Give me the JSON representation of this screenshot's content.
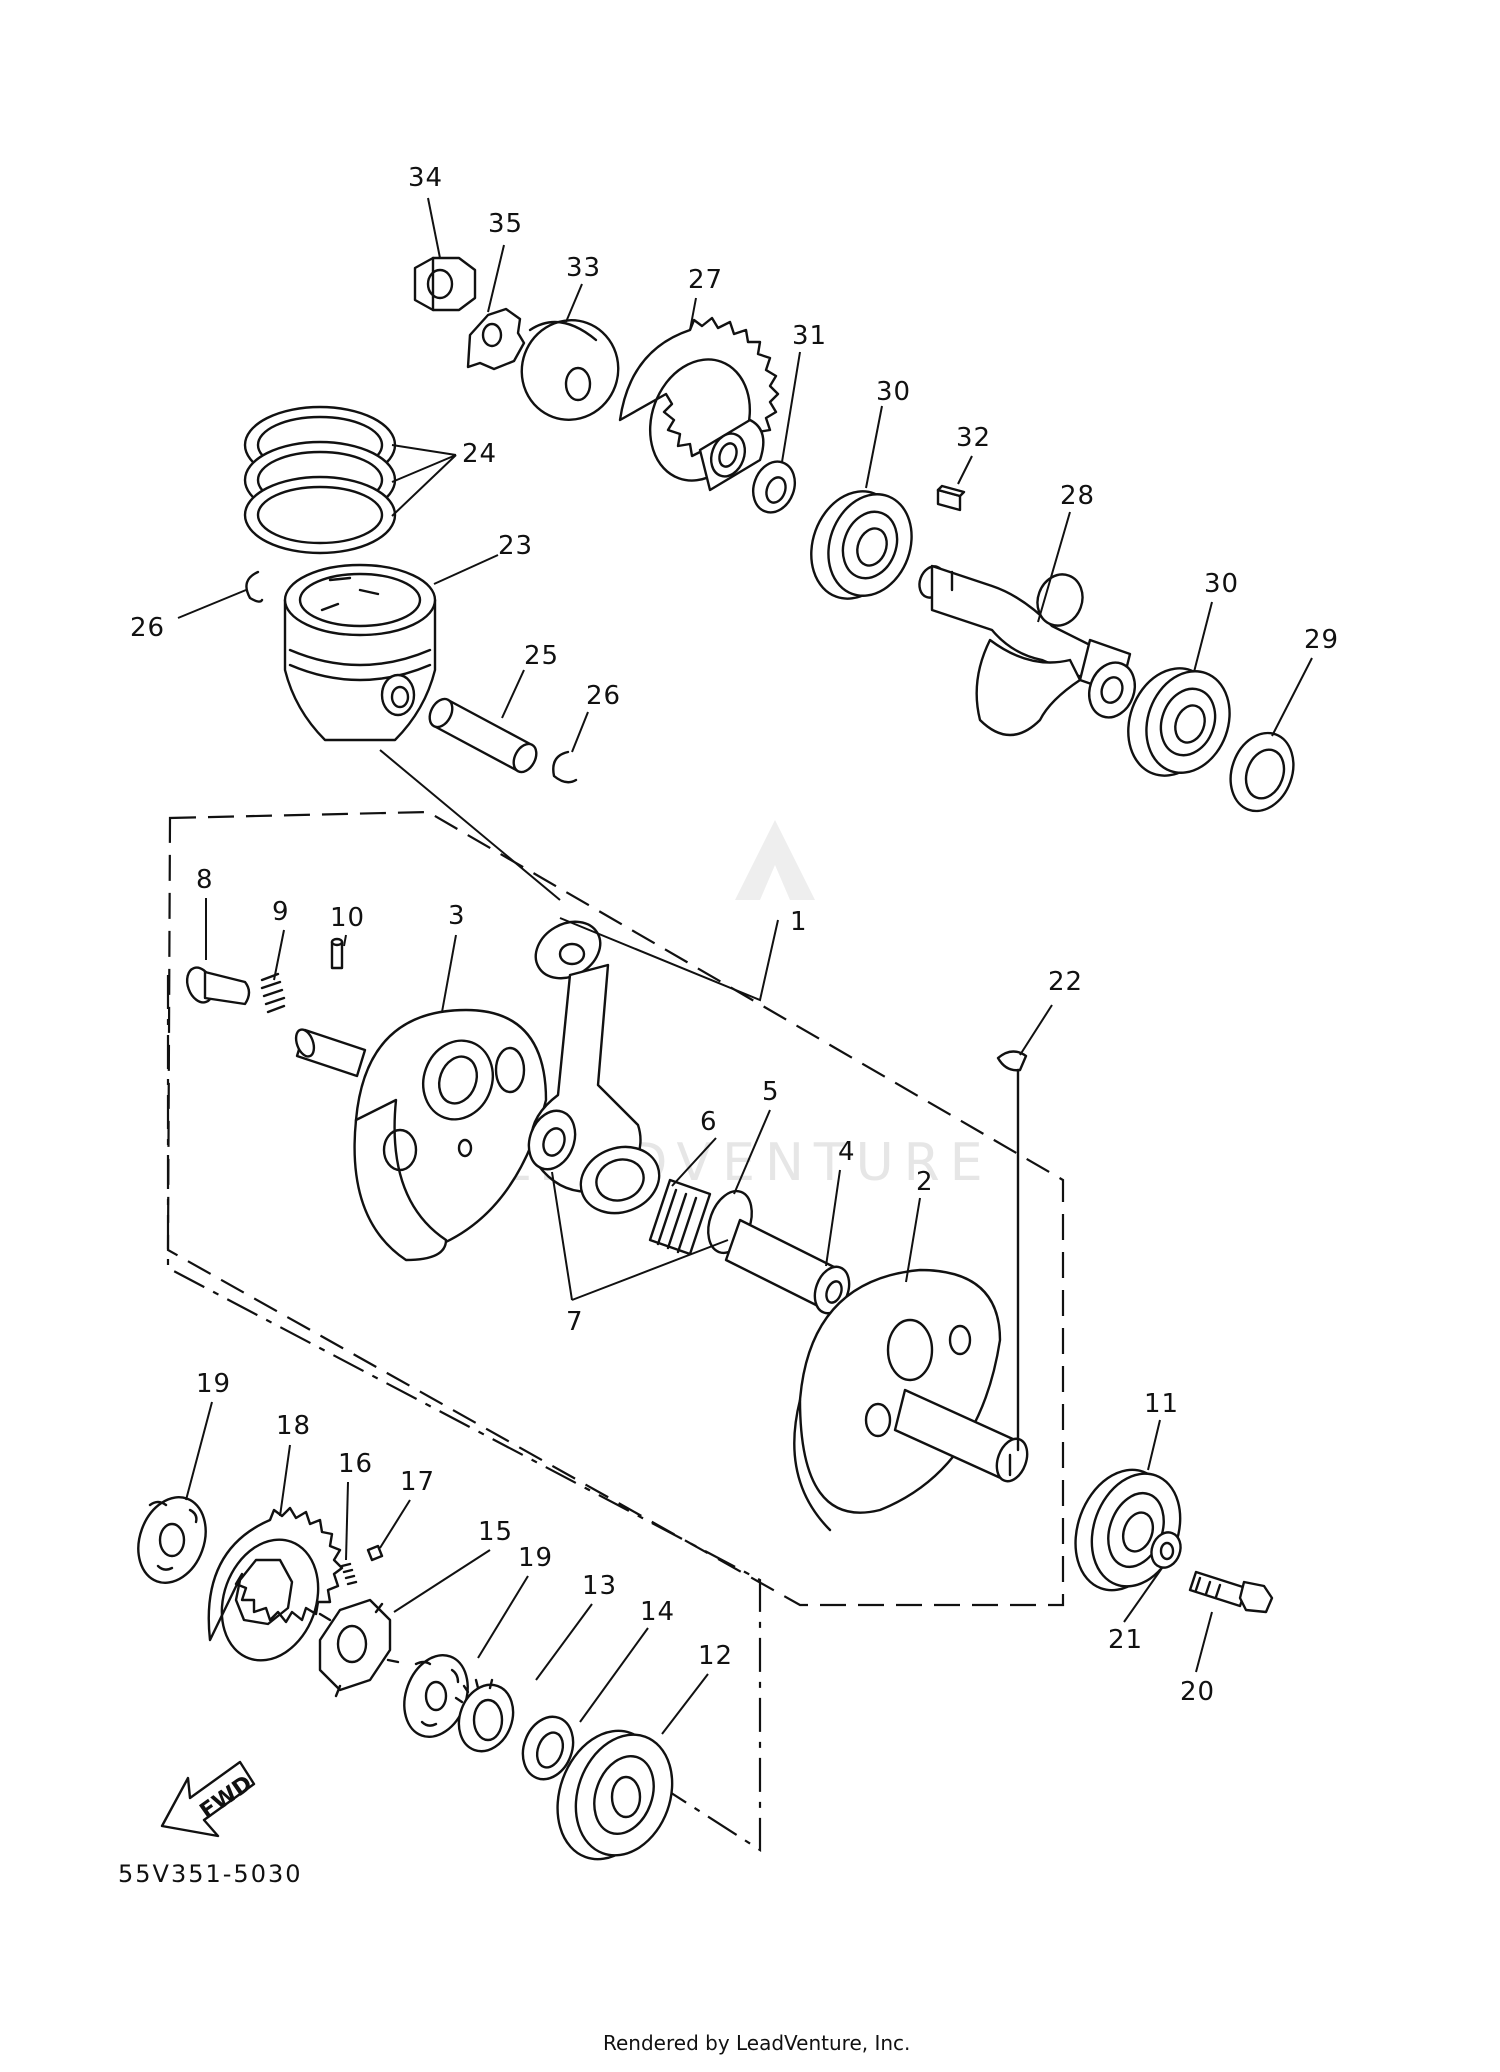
{
  "diagram": {
    "callouts": [
      "1",
      "2",
      "3",
      "4",
      "5",
      "6",
      "7",
      "8",
      "9",
      "10",
      "11",
      "12",
      "13",
      "14",
      "15",
      "16",
      "17",
      "18",
      "19",
      "19",
      "20",
      "21",
      "22",
      "23",
      "24",
      "25",
      "26",
      "26",
      "27",
      "28",
      "29",
      "30",
      "30",
      "31",
      "32",
      "33",
      "34",
      "35"
    ],
    "direction_label": "FWD",
    "drawing_code": "55V351-5030",
    "credit": "Rendered by LeadVenture, Inc.",
    "watermark": "LEADVENTURE"
  }
}
